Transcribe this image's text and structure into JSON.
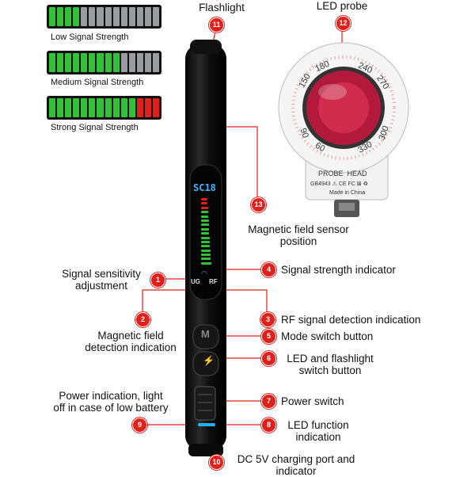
{
  "meters": [
    {
      "label": "Low Signal Strength",
      "segments": [
        "g",
        "g",
        "g",
        "g",
        "x",
        "x",
        "x",
        "x",
        "x",
        "x",
        "x",
        "x",
        "x",
        "x"
      ]
    },
    {
      "label": "Medium Signal Strength",
      "segments": [
        "g",
        "g",
        "g",
        "g",
        "g",
        "g",
        "g",
        "g",
        "g",
        "x",
        "x",
        "x",
        "x",
        "x"
      ]
    },
    {
      "label": "Strong Signal Strength",
      "segments": [
        "g",
        "g",
        "g",
        "g",
        "g",
        "g",
        "g",
        "g",
        "g",
        "g",
        "g",
        "r",
        "r",
        "r"
      ]
    }
  ],
  "colors": {
    "green": "#34c13a",
    "gray": "#9a9ca0",
    "red": "#e0201b",
    "badge": "#e0201b",
    "device": "#1a1a1a"
  },
  "device": {
    "screen_text": "SC18",
    "ug_label": "UG",
    "rf_label": "RF"
  },
  "probe": {
    "dial_numbers": [
      "150",
      "180",
      "240",
      "270",
      "300",
      "330",
      "60",
      "90"
    ],
    "head_text": "PROBE  HEAD",
    "cert_text": "GB4943 ⚠ CE FC ⊠ ♻",
    "made_text": "Made in China"
  },
  "callouts": [
    {
      "num": "1",
      "text": "Signal sensitivity\nadjustment"
    },
    {
      "num": "2",
      "text": "Magnetic field\ndetection indication"
    },
    {
      "num": "3",
      "text": "RF signal detection indication"
    },
    {
      "num": "4",
      "text": "Signal strength indicator"
    },
    {
      "num": "5",
      "text": "Mode switch button"
    },
    {
      "num": "6",
      "text": "LED and flashlight\nswitch button"
    },
    {
      "num": "7",
      "text": "Power switch"
    },
    {
      "num": "8",
      "text": "LED function\nindication"
    },
    {
      "num": "9",
      "text": "Power indication, light\noff in case of low battery"
    },
    {
      "num": "10",
      "text": "DC 5V charging port and\nindicator"
    },
    {
      "num": "11",
      "text": "Flashlight"
    },
    {
      "num": "12",
      "text": "LED probe"
    },
    {
      "num": "13",
      "text": "Magnetic field sensor\nposition"
    }
  ]
}
